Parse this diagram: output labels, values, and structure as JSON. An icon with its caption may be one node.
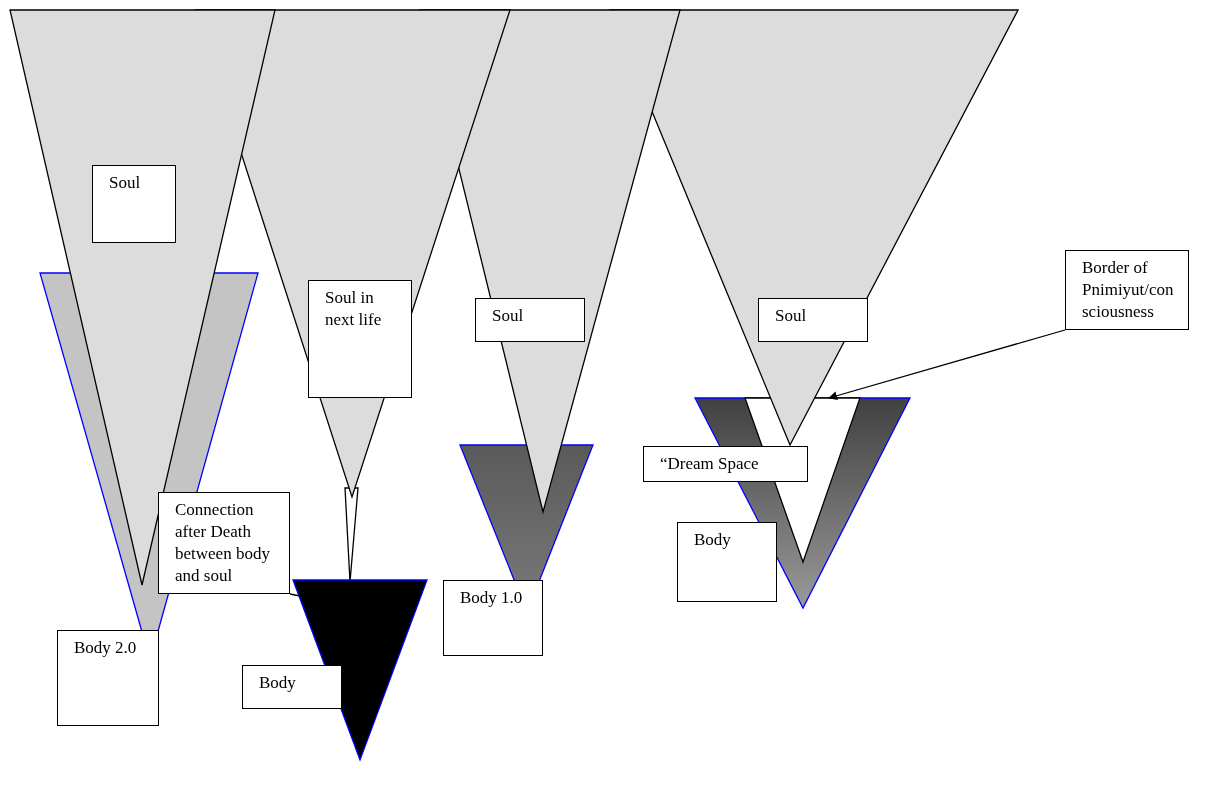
{
  "diagram": {
    "nodes": [
      {
        "text": [
          "Soul"
        ]
      },
      {
        "text": [
          "Border of Pnimiyut/consciousness"
        ]
      },
      {
        "text": [
          "Soul in next life"
        ]
      },
      {
        "text": [
          "Soul"
        ]
      },
      {
        "text": [
          "Soul"
        ]
      },
      {
        "text": [
          "“Dream Space"
        ]
      },
      {
        "text": [
          "Connection after Death between body and soul"
        ]
      },
      {
        "text": [
          "Body"
        ]
      },
      {
        "text": [
          "Body 1.0"
        ]
      },
      {
        "text": [
          "Body 2.0"
        ]
      },
      {
        "text": [
          "Body"
        ]
      },
      {
        "text": [],
        "shape": "triangle"
      },
      {
        "text": [],
        "shape": "triangle"
      }
    ],
    "edges": [
      {
        "from": 1,
        "to": 11,
        "arrow": "to"
      },
      {
        "from": 6,
        "to": 12,
        "arrow": "none"
      }
    ]
  }
}
